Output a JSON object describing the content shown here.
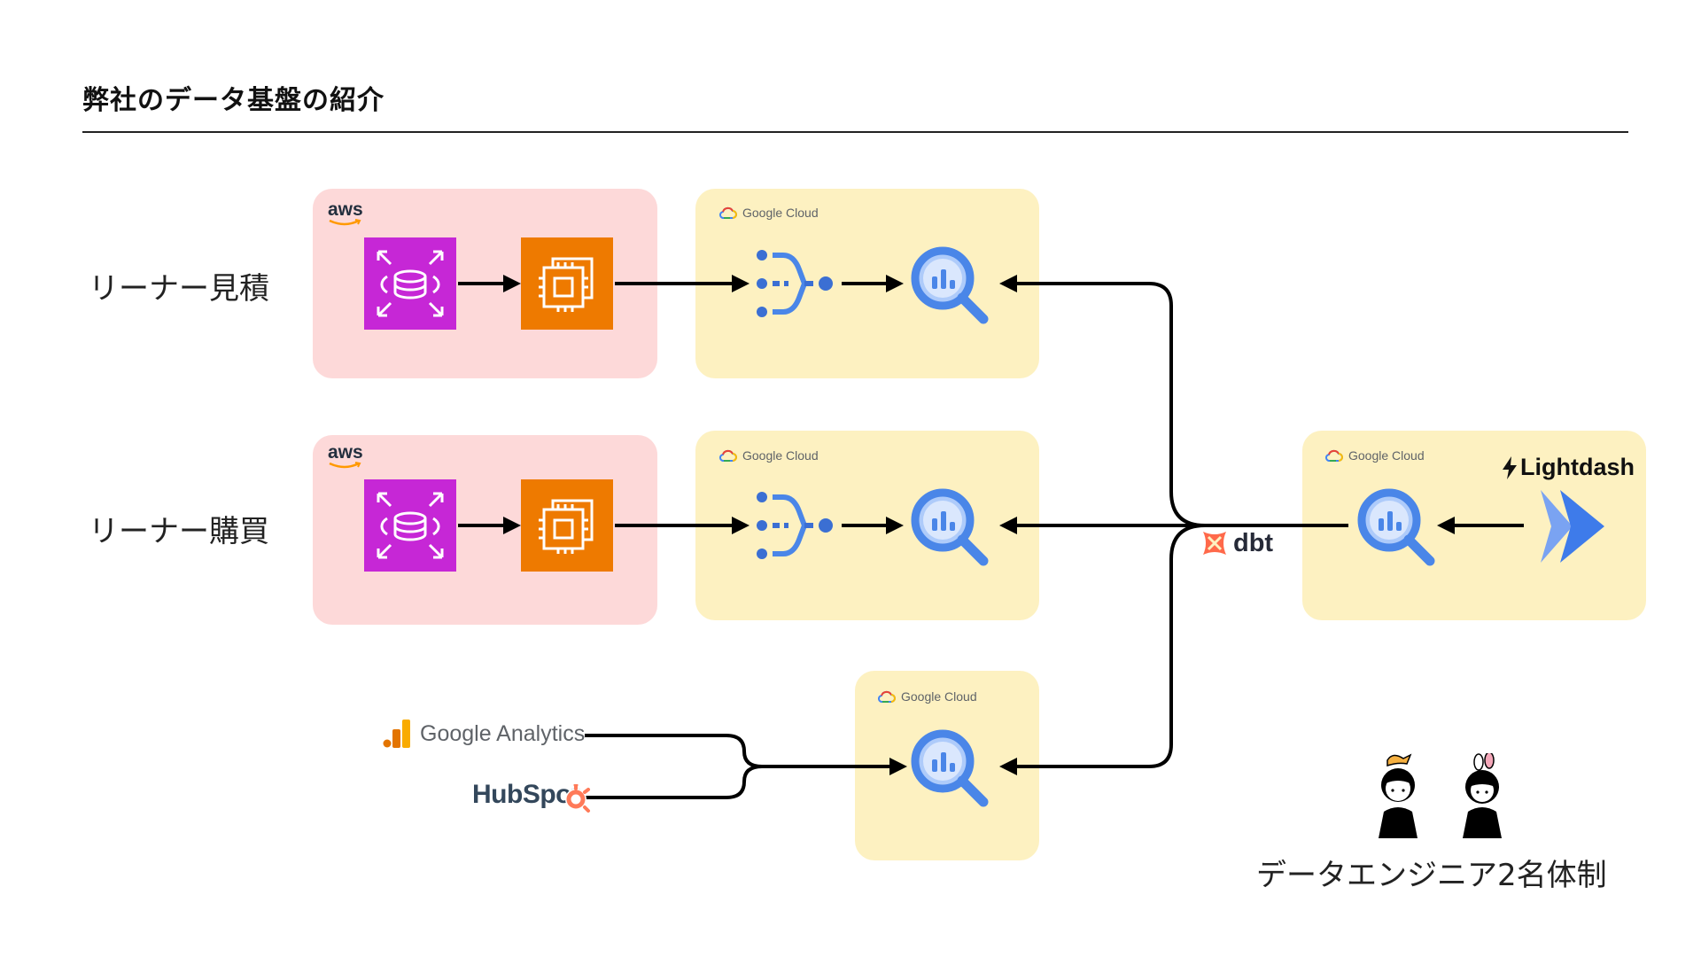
{
  "title": "弊社のデータ基盤の紹介",
  "rows": [
    {
      "label": "リーナー見積"
    },
    {
      "label": "リーナー購買"
    }
  ],
  "aws_label": "aws",
  "google_cloud_label": "Google Cloud",
  "dbt_label": "dbt",
  "lightdash_label": "Lightdash",
  "sources": {
    "google_analytics": "Google Analytics",
    "hubspot": "HubSpot"
  },
  "team_label": "データエンジニア2名体制",
  "colors": {
    "aws_panel": "#fdd9d9",
    "gcp_panel": "#fdf1c1",
    "rds": "#c627d6",
    "ec2": "#ee7a00",
    "bigquery": "#4a86e8",
    "dataflow": "#3b6fd3",
    "dbt": "#ff694a"
  },
  "icons": [
    "rds-icon",
    "ec2-icon",
    "dataflow-icon",
    "bigquery-icon",
    "dbt-icon",
    "lightdash-icon",
    "google-analytics-icon",
    "hubspot-icon",
    "engineer-avatar-icon"
  ]
}
